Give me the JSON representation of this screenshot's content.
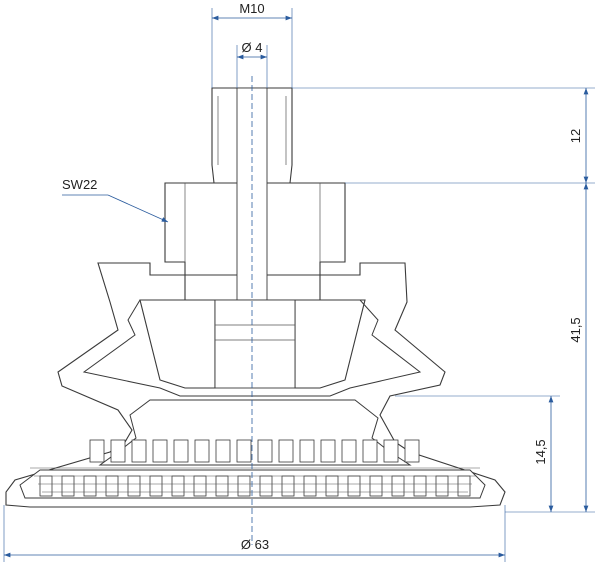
{
  "dimensions": {
    "thread": "M10",
    "bore": "Ø 4",
    "wrench": "SW22",
    "height_thread": "12",
    "height_total": "41,5",
    "height_bellow": "14,5",
    "diameter": "Ø 63"
  },
  "colors": {
    "dimension_line": "#2b5c9e",
    "outline": "#3a3a3a"
  }
}
